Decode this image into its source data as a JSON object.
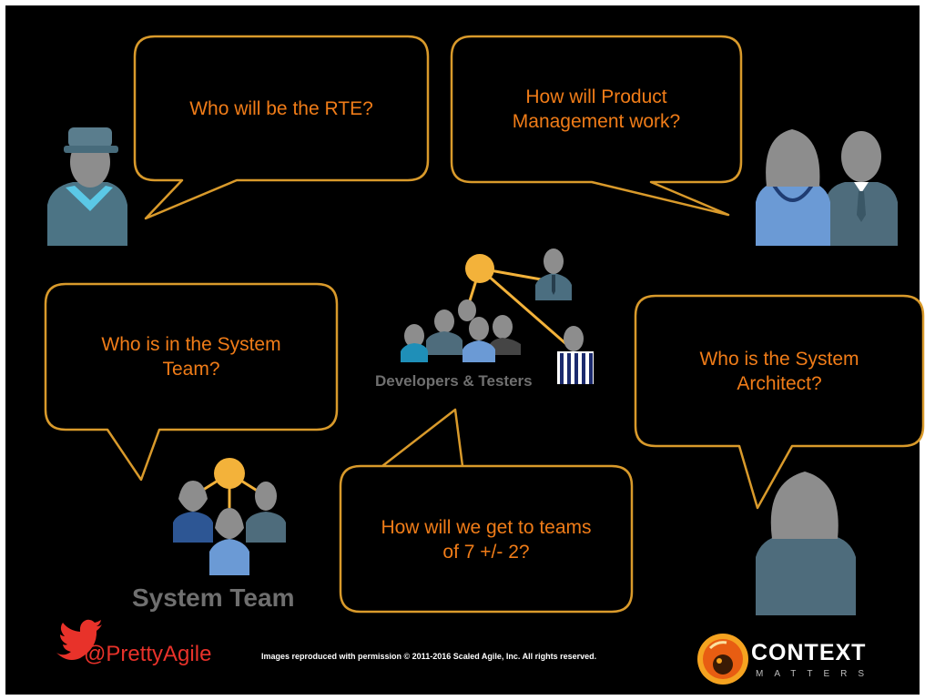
{
  "bubbles": {
    "rte": "Who will be the RTE?",
    "product_management": "How will Product\nManagement work?",
    "system_team": "Who is in the System\nTeam?",
    "teams_size": "How will we get to teams\nof 7 +/- 2?",
    "architect": "Who is the System\nArchitect?"
  },
  "labels": {
    "developers_testers": "Developers & Testers",
    "system_team": "System Team"
  },
  "footer": {
    "twitter_handle": "@PrettyAgile",
    "credit": "Images reproduced with permission © 2011-2016 Scaled Agile, Inc. All rights reserved.",
    "brand_name": "CONTEXT",
    "brand_tagline": "MATTERS"
  },
  "colors": {
    "background": "#000000",
    "bubble_border": "#d99a2b",
    "bubble_text": "#f07c18",
    "twitter": "#e8322a"
  }
}
